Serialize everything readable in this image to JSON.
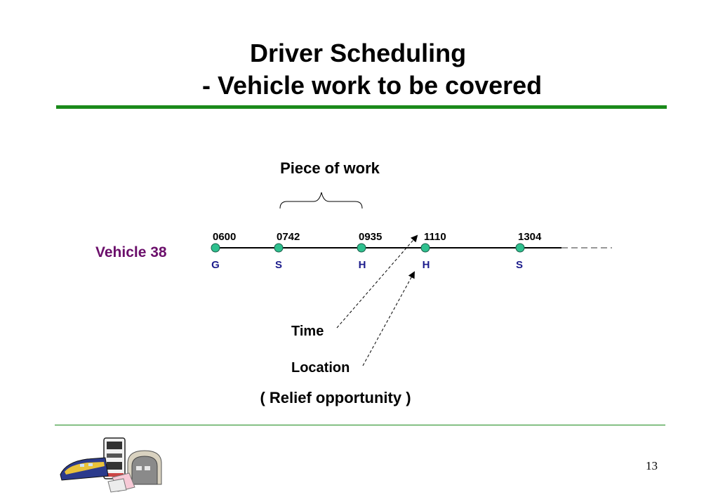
{
  "title": {
    "line1": "Driver Scheduling",
    "line2": "- Vehicle work to be covered"
  },
  "diagram": {
    "piece_label": "Piece of work",
    "vehicle_label": "Vehicle 38",
    "stops": [
      {
        "time": "0600",
        "location": "G"
      },
      {
        "time": "0742",
        "location": "S"
      },
      {
        "time": "0935",
        "location": "H"
      },
      {
        "time": "1110",
        "location": "H"
      },
      {
        "time": "1304",
        "location": "S"
      }
    ],
    "time_label": "Time",
    "location_label": "Location",
    "relief_label": "( Relief opportunity )"
  },
  "colors": {
    "accent_green": "#1a8a1a",
    "vehicle_purple": "#6b0f6b",
    "location_blue": "#1c1c8c",
    "node_fill": "#2ec08e"
  },
  "footer": {
    "page_number": "13"
  }
}
